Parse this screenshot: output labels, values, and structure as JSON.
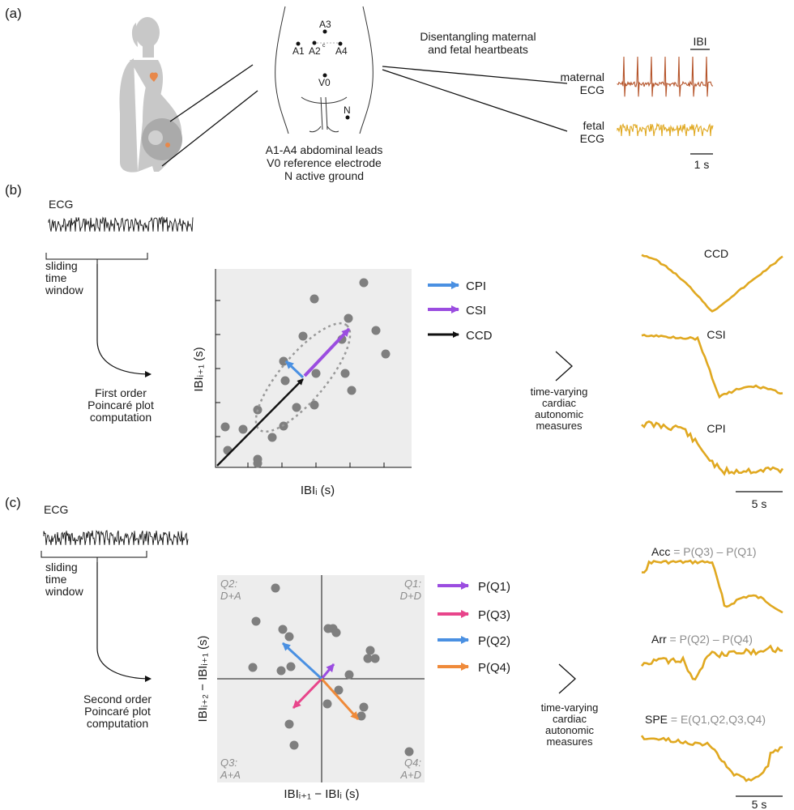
{
  "panel_a": {
    "label": "(a)",
    "electrodes": {
      "a3": "A3",
      "a1": "A1",
      "a2": "A2",
      "a4": "A4",
      "v0": "V0",
      "n": "N",
      "c": "c"
    },
    "caption": [
      "A1-A4 abdominal leads",
      "V0 reference electrode",
      "N active ground"
    ],
    "title": [
      "Disentangling maternal",
      "and fetal heartbeats"
    ],
    "ibi": "IBI",
    "maternal": [
      "maternal",
      "ECG"
    ],
    "fetal": [
      "fetal",
      "ECG"
    ],
    "scale": "1 s"
  },
  "panel_b": {
    "label": "(b)",
    "ecg": "ECG",
    "window": [
      "sliding",
      "time",
      "window"
    ],
    "computation": [
      "First order",
      "Poincaré plot",
      "computation"
    ],
    "xlabel": "IBIᵢ (s)",
    "ylabel": "IBIᵢ₊₁ (s)",
    "legend": [
      "CPI",
      "CSI",
      "CCD"
    ],
    "measures": [
      "time-varying",
      "cardiac",
      "autonomic",
      "measures"
    ],
    "trace_titles": [
      "CCD",
      "CSI",
      "CPI"
    ],
    "scale": "5 s"
  },
  "panel_c": {
    "label": "(c)",
    "ecg": "ECG",
    "window": [
      "sliding",
      "time",
      "window"
    ],
    "computation": [
      "Second order",
      "Poincaré plot",
      "computation"
    ],
    "xlabel": "IBIᵢ₊₁ − IBIᵢ (s)",
    "ylabel": "IBIᵢ₊₂ − IBIᵢ₊₁ (s)",
    "quadrants": {
      "q2": [
        "Q2:",
        "D+A"
      ],
      "q1": [
        "Q1:",
        "D+D"
      ],
      "q3": [
        "Q3:",
        "A+A"
      ],
      "q4": [
        "Q4:",
        "A+D"
      ]
    },
    "legend": [
      "P(Q1)",
      "P(Q3)",
      "P(Q2)",
      "P(Q4)"
    ],
    "measures": [
      "time-varying",
      "cardiac",
      "autonomic",
      "measures"
    ],
    "traces": [
      {
        "name": "Acc",
        "formula": " = P(Q3) – P(Q1)"
      },
      {
        "name": "Arr",
        "formula": " = P(Q2) – P(Q4)"
      },
      {
        "name": "SPE",
        "formula": " = E(Q1,Q2,Q3,Q4)"
      }
    ],
    "scale": "5 s"
  },
  "colors": {
    "cpi": "#4a90e2",
    "csi": "#9b4de0",
    "ccd": "#111111",
    "pq1": "#9b4de0",
    "pq3": "#e8458b",
    "pq2": "#4a90e2",
    "pq4": "#ef8a3a",
    "trace": "#e0a820",
    "maternal": "#b5542a",
    "fetal": "#e0a820",
    "plot_bg": "#ededed",
    "dot": "#7f7f7f",
    "body": "#c8c8c8"
  }
}
